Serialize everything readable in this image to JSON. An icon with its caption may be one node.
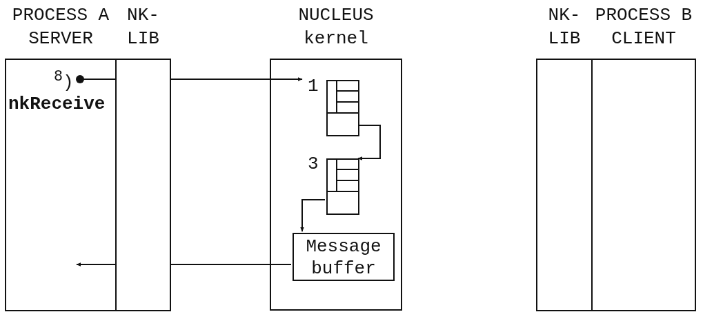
{
  "diagram": {
    "nodes": [
      {
        "text": [
          "PROCESS A SERVER"
        ]
      },
      {
        "text": [
          "nkReceive"
        ],
        "beside": [
          "$^{8}$)"
        ],
        "in": 0
      },
      {
        "text": [
          "NK- LIB"
        ]
      },
      {
        "text": [
          "NUCLEUS kernel"
        ]
      },
      {
        "text": [],
        "shape": "box",
        "beside": [
          "1"
        ],
        "in": 3
      },
      {
        "text": [],
        "shape": "box",
        "beside": [
          "3"
        ],
        "in": 3
      },
      {
        "text": [
          "Message buffer"
        ],
        "in": 3
      },
      {
        "text": [
          "NK- LIB"
        ]
      },
      {
        "text": [
          "PROCESS B CLIENT"
        ]
      }
    ],
    "edges": [
      {
        "from": 1,
        "to": 2,
        "arrow": "other"
      },
      {
        "from": 2,
        "to": 4,
        "arrow": "to"
      },
      {
        "from": 4,
        "to": 5,
        "arrow": "to"
      },
      {
        "from": 5,
        "to": 6,
        "arrow": "to"
      },
      {
        "from": 6,
        "to": 2,
        "arrow": "none"
      },
      {
        "from": 2,
        "to": 0,
        "arrow": "to"
      }
    ]
  }
}
